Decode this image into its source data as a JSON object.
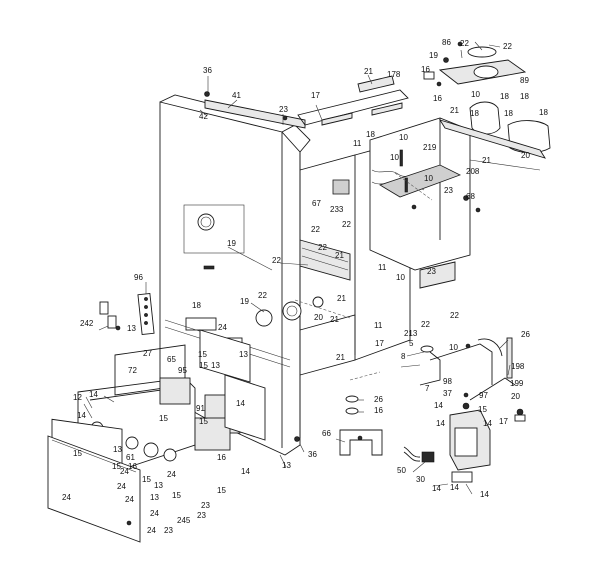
{
  "callouts": [
    {
      "text": "36"
    },
    {
      "text": "41"
    },
    {
      "text": "23"
    },
    {
      "text": "42"
    },
    {
      "text": "17"
    },
    {
      "text": "21"
    },
    {
      "text": "178"
    },
    {
      "text": "86"
    },
    {
      "text": "22"
    },
    {
      "text": "22"
    },
    {
      "text": "19"
    },
    {
      "text": "16"
    },
    {
      "text": "89"
    },
    {
      "text": "16"
    },
    {
      "text": "10"
    },
    {
      "text": "18"
    },
    {
      "text": "18"
    },
    {
      "text": "18"
    },
    {
      "text": "21"
    },
    {
      "text": "18"
    },
    {
      "text": "18"
    },
    {
      "text": "18"
    },
    {
      "text": "11"
    },
    {
      "text": "10"
    },
    {
      "text": "10"
    },
    {
      "text": "219"
    },
    {
      "text": "21"
    },
    {
      "text": "20"
    },
    {
      "text": "208"
    },
    {
      "text": "10"
    },
    {
      "text": "23"
    },
    {
      "text": "68"
    },
    {
      "text": "67"
    },
    {
      "text": "233"
    },
    {
      "text": "22"
    },
    {
      "text": "22"
    },
    {
      "text": "19"
    },
    {
      "text": "22"
    },
    {
      "text": "21"
    },
    {
      "text": "22"
    },
    {
      "text": "11"
    },
    {
      "text": "10"
    },
    {
      "text": "23"
    },
    {
      "text": "96"
    },
    {
      "text": "18"
    },
    {
      "text": "19"
    },
    {
      "text": "22"
    },
    {
      "text": "21"
    },
    {
      "text": "20"
    },
    {
      "text": "21"
    },
    {
      "text": "11"
    },
    {
      "text": "22"
    },
    {
      "text": "22"
    },
    {
      "text": "213"
    },
    {
      "text": "24"
    },
    {
      "text": "242"
    },
    {
      "text": "13"
    },
    {
      "text": "5"
    },
    {
      "text": "10"
    },
    {
      "text": "17"
    },
    {
      "text": "26"
    },
    {
      "text": "15"
    },
    {
      "text": "13"
    },
    {
      "text": "27"
    },
    {
      "text": "65"
    },
    {
      "text": "15"
    },
    {
      "text": "72"
    },
    {
      "text": "13"
    },
    {
      "text": "95"
    },
    {
      "text": "8"
    },
    {
      "text": "21"
    },
    {
      "text": "198"
    },
    {
      "text": "7"
    },
    {
      "text": "98"
    },
    {
      "text": "97"
    },
    {
      "text": "199"
    },
    {
      "text": "37"
    },
    {
      "text": "20"
    },
    {
      "text": "26"
    },
    {
      "text": "16"
    },
    {
      "text": "14"
    },
    {
      "text": "15"
    },
    {
      "text": "17"
    },
    {
      "text": "14"
    },
    {
      "text": "12"
    },
    {
      "text": "14"
    },
    {
      "text": "91"
    },
    {
      "text": "14"
    },
    {
      "text": "15"
    },
    {
      "text": "15"
    },
    {
      "text": "14"
    },
    {
      "text": "66"
    },
    {
      "text": "14"
    },
    {
      "text": "16"
    },
    {
      "text": "15"
    },
    {
      "text": "36"
    },
    {
      "text": "13"
    },
    {
      "text": "61"
    },
    {
      "text": "15"
    },
    {
      "text": "16"
    },
    {
      "text": "14"
    },
    {
      "text": "13"
    },
    {
      "text": "24"
    },
    {
      "text": "24"
    },
    {
      "text": "50"
    },
    {
      "text": "30"
    },
    {
      "text": "14"
    },
    {
      "text": "14"
    },
    {
      "text": "24"
    },
    {
      "text": "15"
    },
    {
      "text": "13"
    },
    {
      "text": "15"
    },
    {
      "text": "24"
    },
    {
      "text": "23"
    },
    {
      "text": "24"
    },
    {
      "text": "245"
    },
    {
      "text": "24"
    },
    {
      "text": "23"
    },
    {
      "text": "15"
    },
    {
      "text": "14"
    },
    {
      "text": "23"
    },
    {
      "text": "13"
    },
    {
      "text": "24"
    }
  ]
}
